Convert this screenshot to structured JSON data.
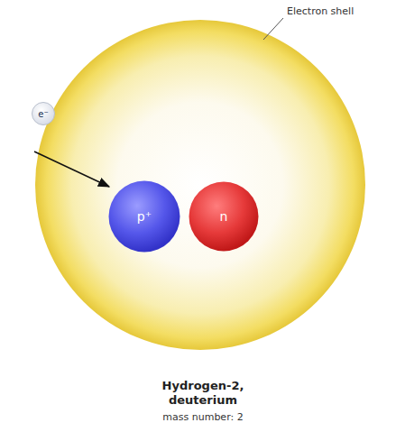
{
  "diagram": {
    "caption": "Hydrogen-2, deuterium",
    "nodes": [
      {
        "text": [
          "e⁻"
        ]
      },
      {
        "text": [
          "p⁺"
        ]
      },
      {
        "text": [
          "n"
        ]
      }
    ],
    "labels": [
      "Electron shell",
      "mass number: 2"
    ]
  }
}
